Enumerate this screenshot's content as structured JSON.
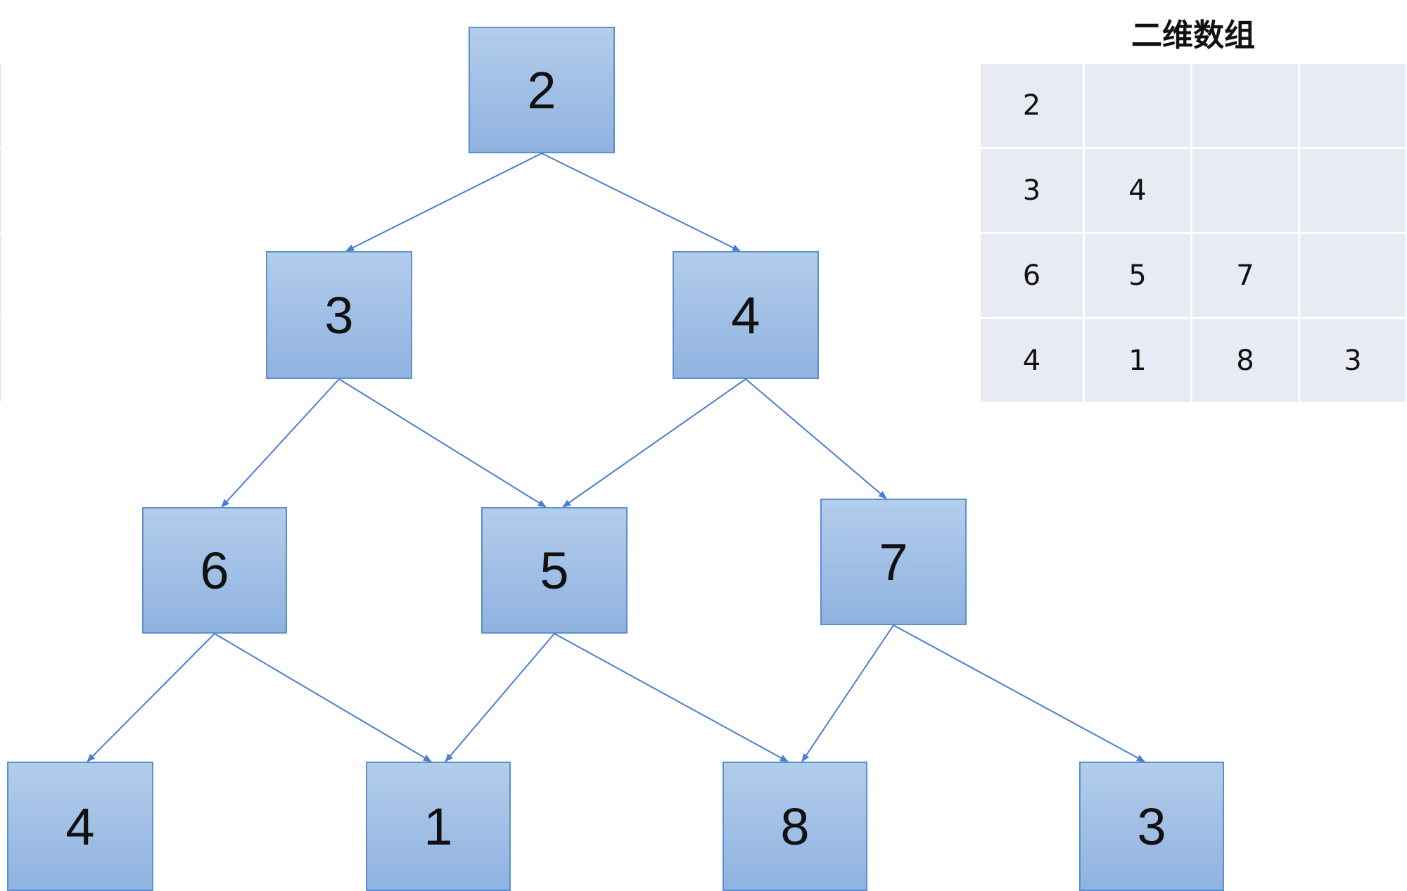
{
  "tree": {
    "nodes": [
      {
        "id": "n0",
        "label": "2"
      },
      {
        "id": "n1",
        "label": "3"
      },
      {
        "id": "n2",
        "label": "4"
      },
      {
        "id": "n3",
        "label": "6"
      },
      {
        "id": "n4",
        "label": "5"
      },
      {
        "id": "n5",
        "label": "7"
      },
      {
        "id": "n6",
        "label": "4"
      },
      {
        "id": "n7",
        "label": "1"
      },
      {
        "id": "n8",
        "label": "8"
      },
      {
        "id": "n9",
        "label": "3"
      }
    ],
    "edges": [
      {
        "from": "n0",
        "to": "n1"
      },
      {
        "from": "n0",
        "to": "n2"
      },
      {
        "from": "n1",
        "to": "n3"
      },
      {
        "from": "n1",
        "to": "n4"
      },
      {
        "from": "n2",
        "to": "n4"
      },
      {
        "from": "n2",
        "to": "n5"
      },
      {
        "from": "n3",
        "to": "n6"
      },
      {
        "from": "n3",
        "to": "n7"
      },
      {
        "from": "n4",
        "to": "n7"
      },
      {
        "from": "n4",
        "to": "n8"
      },
      {
        "from": "n5",
        "to": "n8"
      },
      {
        "from": "n5",
        "to": "n9"
      }
    ],
    "colors": {
      "edge": "#4a7fcf",
      "node_border": "#5a8fd0"
    }
  },
  "array": {
    "title": "二维数组",
    "rows": [
      [
        "2",
        "",
        "",
        ""
      ],
      [
        "3",
        "4",
        "",
        ""
      ],
      [
        "6",
        "5",
        "7",
        ""
      ],
      [
        "4",
        "1",
        "8",
        "3"
      ]
    ]
  }
}
